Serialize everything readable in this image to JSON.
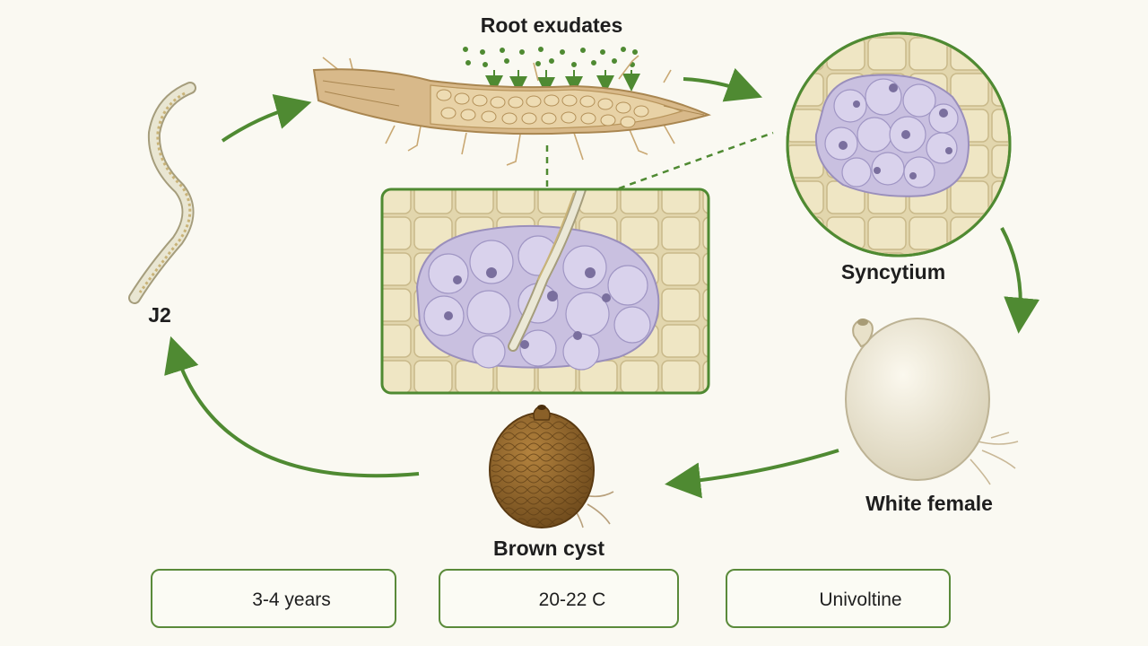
{
  "labels": {
    "root_exudates": "Root exudates",
    "syncytium": "Syncytium",
    "white_female": "White female",
    "brown_cyst": "Brown cyst",
    "j2": "J2"
  },
  "info_cards": [
    {
      "icon": "calendar-icon",
      "text": "3-4 years"
    },
    {
      "icon": "thermometer-icon",
      "text": "20-22 C"
    },
    {
      "icon": "cycle-arrows-icon",
      "text": "Univoltine"
    }
  ],
  "colors": {
    "arrow_green": "#4f8a32",
    "frame_green": "#5a8a3a",
    "root_tan": "#d8b98a",
    "syncytium_lavender": "#c9c0e0",
    "plant_cell": "#ece2bf",
    "white_female": "#ece6d2",
    "brown_cyst": "#8a6028",
    "background": "#faf9f2"
  }
}
